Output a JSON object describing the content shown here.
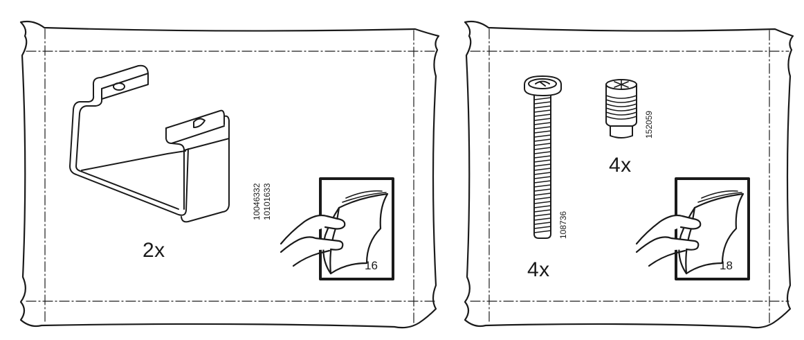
{
  "left_bag": {
    "part": {
      "icon": "bracket-icon",
      "quantity": "2x",
      "codes": [
        "10046332",
        "10101633"
      ]
    },
    "next_page": {
      "icon": "page-turn-hand-icon",
      "number": "16"
    }
  },
  "right_bag": {
    "parts": [
      {
        "icon": "long-bolt-icon",
        "quantity": "4x",
        "code": "108736"
      },
      {
        "icon": "threaded-insert-icon",
        "quantity": "4x",
        "code": "152059"
      }
    ],
    "next_page": {
      "icon": "page-turn-hand-icon",
      "number": "18"
    }
  }
}
